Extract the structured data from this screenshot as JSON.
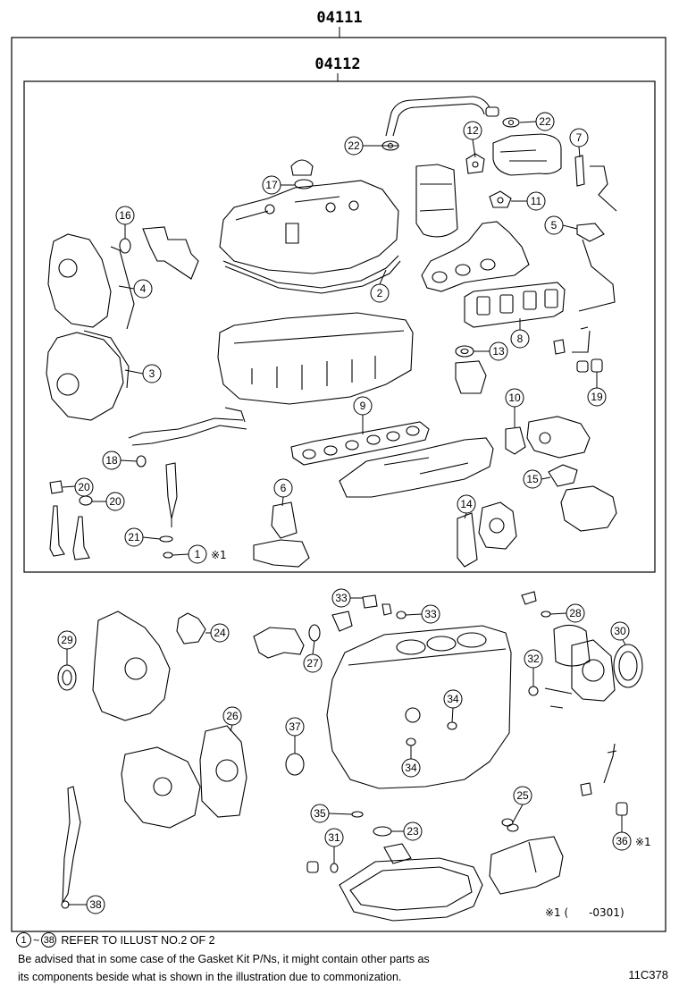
{
  "kit_labels": {
    "outer": "04111",
    "inner": "04112"
  },
  "callouts": [
    {
      "num": "22"
    },
    {
      "num": "12"
    },
    {
      "num": "22"
    },
    {
      "num": "7"
    },
    {
      "num": "17"
    },
    {
      "num": "11"
    },
    {
      "num": "16"
    },
    {
      "num": "5"
    },
    {
      "num": "4"
    },
    {
      "num": "2"
    },
    {
      "num": "8"
    },
    {
      "num": "13"
    },
    {
      "num": "3"
    },
    {
      "num": "19"
    },
    {
      "num": "9"
    },
    {
      "num": "10"
    },
    {
      "num": "18"
    },
    {
      "num": "6"
    },
    {
      "num": "15"
    },
    {
      "num": "20"
    },
    {
      "num": "20"
    },
    {
      "num": "14"
    },
    {
      "num": "21"
    },
    {
      "num": "1"
    },
    {
      "num": "33"
    },
    {
      "num": "33"
    },
    {
      "num": "28"
    },
    {
      "num": "24"
    },
    {
      "num": "29"
    },
    {
      "num": "27"
    },
    {
      "num": "30"
    },
    {
      "num": "32"
    },
    {
      "num": "34"
    },
    {
      "num": "26"
    },
    {
      "num": "37"
    },
    {
      "num": "34"
    },
    {
      "num": "25"
    },
    {
      "num": "35"
    },
    {
      "num": "23"
    },
    {
      "num": "31"
    },
    {
      "num": "36"
    },
    {
      "num": "38"
    }
  ],
  "marks": {
    "m1": "※1",
    "m36": "※1",
    "footnote": "※1 (      -0301)"
  },
  "legend": {
    "from": "1",
    "tilde": "~",
    "to": "38",
    "text": "REFER TO ILLUST NO.2 OF 2"
  },
  "notes": {
    "line1": "Be advised that in some case of the Gasket Kit P/Ns,  it might contain other parts as",
    "line2": "its components beside what is shown in the illustration due to commonization."
  },
  "figure_code": "11C378"
}
